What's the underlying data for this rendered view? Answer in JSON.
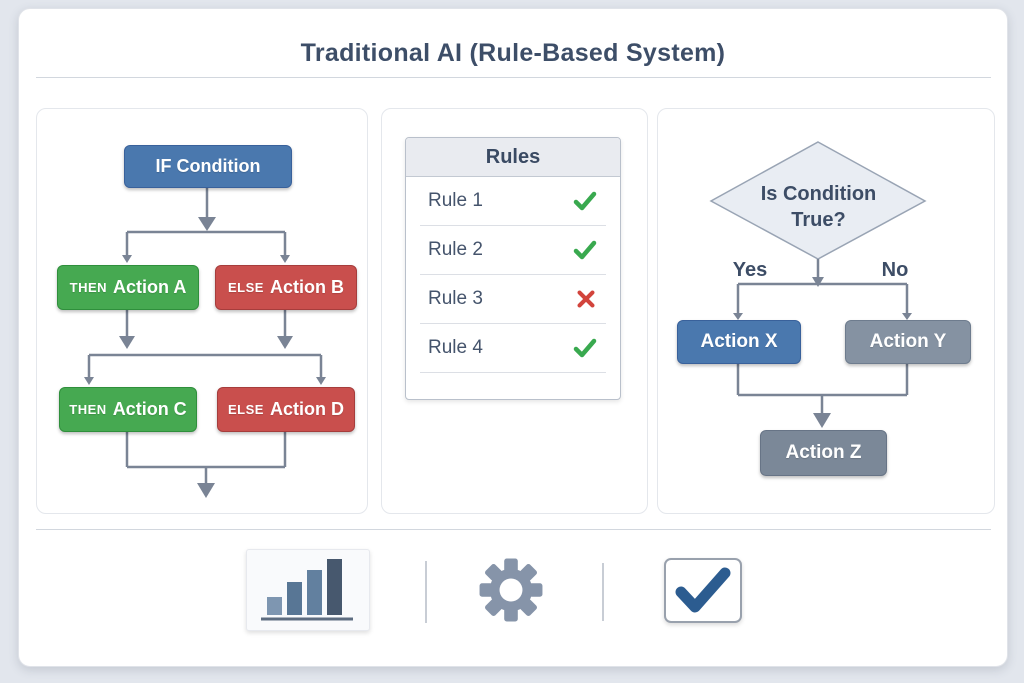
{
  "title": "Traditional AI (Rule-Based System)",
  "left_flowchart": {
    "if_box": "IF Condition",
    "then_a": {
      "prefix": "THEN",
      "label": "Action A"
    },
    "else_b": {
      "prefix": "ELSE",
      "label": "Action B"
    },
    "then_c": {
      "prefix": "THEN",
      "label": "Action C"
    },
    "else_d": {
      "prefix": "ELSE",
      "label": "Action D"
    }
  },
  "rules_table": {
    "header": "Rules",
    "rows": [
      {
        "label": "Rule 1",
        "status": "pass"
      },
      {
        "label": "Rule 2",
        "status": "pass"
      },
      {
        "label": "Rule 3",
        "status": "fail"
      },
      {
        "label": "Rule 4",
        "status": "pass"
      }
    ]
  },
  "decision_flowchart": {
    "diamond_line1": "Is Condition",
    "diamond_line2": "True?",
    "yes_label": "Yes",
    "no_label": "No",
    "action_x": "Action X",
    "action_y": "Action Y",
    "action_z": "Action Z"
  },
  "footer_icons": [
    {
      "name": "bar-chart-icon"
    },
    {
      "name": "gear-icon"
    },
    {
      "name": "checkmark-icon"
    }
  ],
  "colors": {
    "page_background": "#e2e6ed",
    "condition_blue": "#4a78ae",
    "action_green": "#46a951",
    "action_red": "#c94f4d",
    "action_gray": "#8592a2",
    "pass_green": "#39a94f",
    "fail_red": "#d2443c",
    "connector_gray": "#7a8495",
    "check_blue": "#2c5c90",
    "heading_slate": "#3d4e68"
  }
}
